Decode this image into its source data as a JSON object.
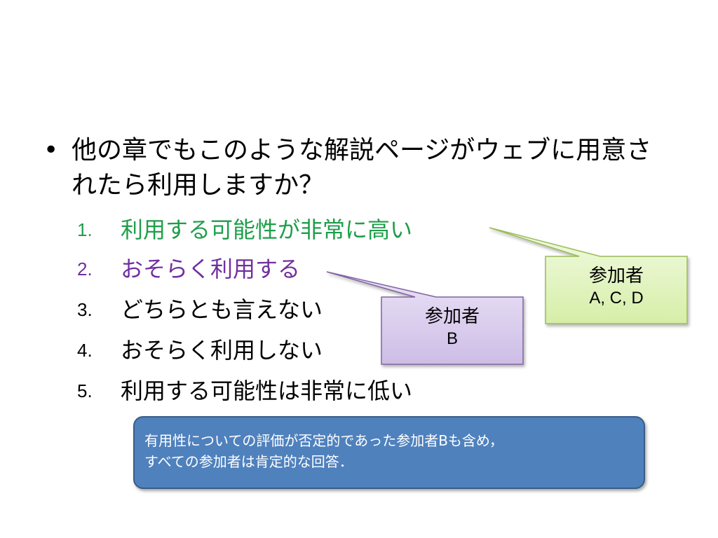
{
  "question": {
    "bullet": "•",
    "text": "他の章でもこのような解説ページがウェブに用意されたら利用しますか？"
  },
  "options": [
    {
      "number": "1.",
      "label": "利用する可能性が非常に高い",
      "color": "#1e9e4a"
    },
    {
      "number": "2.",
      "label": "おそらく利用する",
      "color": "#7030a0"
    },
    {
      "number": "3.",
      "label": "どちらとも言えない",
      "color": "#000000"
    },
    {
      "number": "4.",
      "label": "おそらく利用しない",
      "color": "#000000"
    },
    {
      "number": "5.",
      "label": "利用する可能性は非常に低い",
      "color": "#000000"
    }
  ],
  "callouts": {
    "green": {
      "title": "参加者",
      "names": "A, C, D",
      "fill": "#e4f5c4",
      "stroke": "#9bbb59"
    },
    "purple": {
      "title": "参加者",
      "names": "B",
      "fill": "#d9ccee",
      "stroke": "#8064a2"
    }
  },
  "summary": {
    "line1": "有用性についての評価が否定的であった参加者Bも含め，",
    "line2": "すべての参加者は肯定的な回答．",
    "fill": "#4f81bd"
  }
}
